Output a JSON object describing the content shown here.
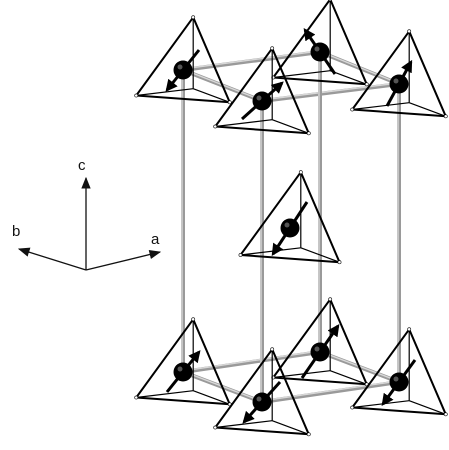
{
  "axes": {
    "a_label": "a",
    "b_label": "b",
    "c_label": "c",
    "color": "#111111"
  },
  "structure": {
    "atom_color": "#000000",
    "frame_color": "#9a9a9a",
    "tetrahedron_color": "#000000",
    "spin_arrow_color": "#000000",
    "atom_count": 9,
    "tetrahedron_count": 9,
    "spin_arrow_count": 9
  }
}
